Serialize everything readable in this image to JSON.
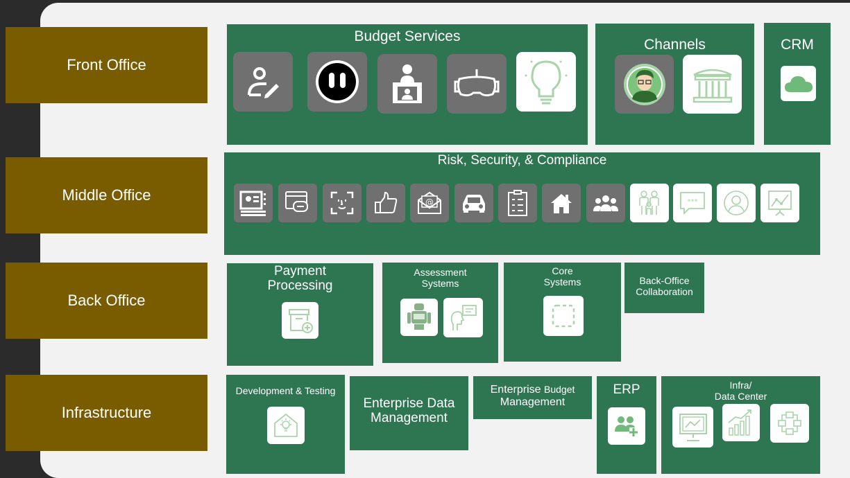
{
  "rows": {
    "front_office": "Front Office",
    "middle_office": "Middle Office",
    "back_office": "Back Office",
    "infrastructure": "Infrastructure"
  },
  "front": {
    "budget_services": "Budget Services",
    "channels": "Channels",
    "crm": "CRM"
  },
  "middle": {
    "risk": "Risk, Security, & Compliance"
  },
  "back": {
    "payment_line1": "Payment",
    "payment_line2": "Processing",
    "assessment_line1": "Assessment",
    "assessment_line2": "Systems",
    "core_line1": "Core",
    "core_line2": "Systems",
    "collab_line1": "Back-Office",
    "collab_line2": "Collaboration"
  },
  "infra": {
    "dev_testing": "Development & Testing",
    "edm_line1": "Enterprise Data",
    "edm_line2": "Management",
    "ebm_line1_a": "Enterprise",
    "ebm_line1_b": "Budget",
    "ebm_line2": "Management",
    "erp": "ERP",
    "datacenter_line1": "Infra/",
    "datacenter_line2": "Data Center"
  },
  "colors": {
    "row_label_bg": "#7a5c00",
    "box_green": "#2e7551",
    "icon_gray": "#707070",
    "icon_green_light": "#a9d4a9",
    "background": "#2b2b2b",
    "canvas": "#f2f2f2"
  },
  "icons": {
    "budget_services": [
      "user-edit-icon",
      "robot-face-icon",
      "presenter-icon",
      "vr-headset-icon",
      "lightbulb-icon"
    ],
    "channels": [
      "person-avatar-icon",
      "bank-building-icon"
    ],
    "crm": [
      "cloud-icon"
    ],
    "risk": [
      "id-card-icon",
      "chat-screen-icon",
      "face-scan-icon",
      "thumbs-up-icon",
      "email-icon",
      "car-icon",
      "checklist-icon",
      "house-icon",
      "group-icon",
      "family-icon",
      "password-bubble-icon",
      "user-circle-icon",
      "chart-presentation-icon"
    ],
    "payment": [
      "archive-add-icon"
    ],
    "assessment": [
      "robot-icon",
      "person-speech-icon"
    ],
    "core": [
      "dashed-square-icon"
    ],
    "dev_testing": [
      "smart-home-icon"
    ],
    "erp": [
      "add-users-icon"
    ],
    "datacenter": [
      "monitor-chart-icon",
      "bar-growth-icon",
      "network-nodes-icon"
    ]
  }
}
